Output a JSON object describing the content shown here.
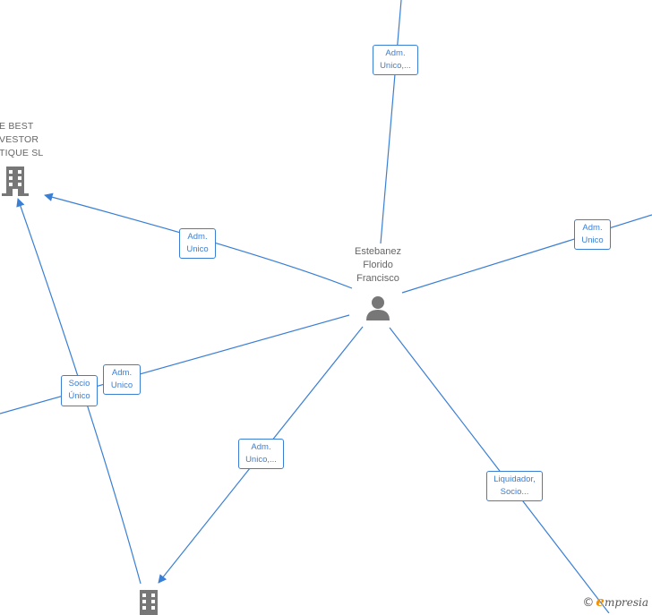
{
  "center_person": {
    "name_lines": [
      "Estebanez",
      "Florido",
      "Francisco"
    ]
  },
  "company_top_left": {
    "name_lines": [
      "E BEST",
      "VESTOR",
      "TIQUE  SL"
    ]
  },
  "roles": {
    "top": [
      "Adm.",
      "Unico,..."
    ],
    "right": [
      "Adm.",
      "Unico"
    ],
    "upper_left": [
      "Adm.",
      "Unico"
    ],
    "left_adm": [
      "Adm.",
      "Unico"
    ],
    "left_socio": [
      "Socio",
      "Único"
    ],
    "bottom_left": [
      "Adm.",
      "Unico,..."
    ],
    "bottom_right": [
      "Liquidador,",
      "Socio..."
    ]
  },
  "watermark": {
    "copyright": "©",
    "brand_first": "e",
    "brand_rest": "mpresia"
  },
  "colors": {
    "edge": "#3a7fd5",
    "icon": "#777777",
    "label": "#666666",
    "brand": "#f39200"
  },
  "icons": {
    "person": "person-icon",
    "company": "building-icon"
  }
}
